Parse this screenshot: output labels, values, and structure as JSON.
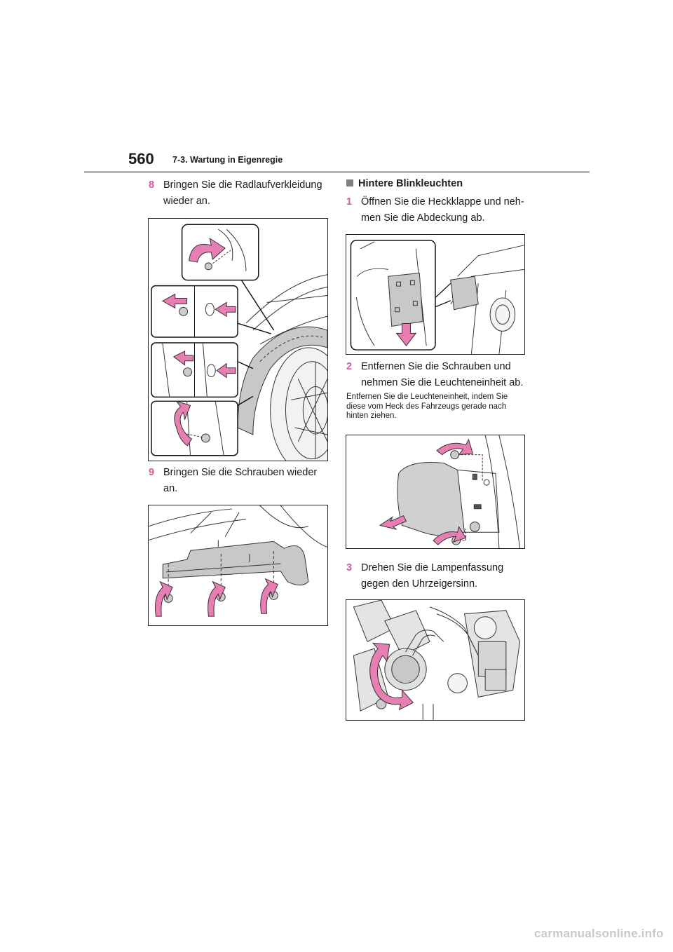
{
  "header": {
    "page_number": "560",
    "section_title": "7-3. Wartung in Eigenregie"
  },
  "left_column": {
    "step8": {
      "number": "8",
      "text": "Bringen Sie die Radlaufverkleidung wieder an."
    },
    "step9": {
      "number": "9",
      "text": "Bringen Sie die Schrauben wieder an."
    }
  },
  "right_column": {
    "heading": "Hintere Blinkleuchten",
    "step1": {
      "number": "1",
      "text": "Öffnen Sie die Heckklappe und neh-men Sie die Abdeckung ab."
    },
    "step2": {
      "number": "2",
      "text": "Entfernen Sie die Schrauben und nehmen Sie die Leuchteneinheit ab."
    },
    "note": "Entfernen Sie die Leuchteneinheit, indem Sie diese vom Heck des Fahrzeugs gerade nach hinten ziehen.",
    "step3": {
      "number": "3",
      "text": "Drehen Sie die Lampenfassung gegen den Uhrzeigersinn."
    }
  },
  "footer": {
    "watermark": "carmanualsonline.info"
  },
  "colors": {
    "accent_arrow": "#e77fb5",
    "step_number": "#e0569a",
    "rule": "#b8b8b8"
  },
  "icons": [
    "push-arrow-icon",
    "turn-arrow-icon",
    "screw-icon",
    "clip-icon"
  ]
}
